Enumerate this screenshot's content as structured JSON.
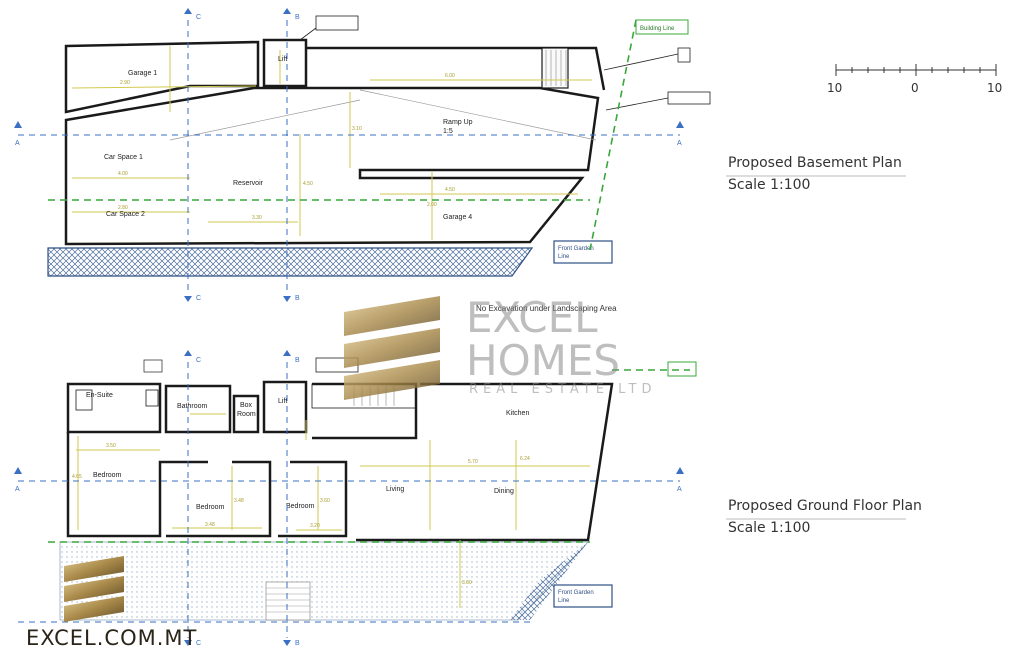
{
  "basement": {
    "title": "Proposed Basement Plan",
    "scale": "Scale 1:100",
    "rooms": {
      "garage1": "Garage 1",
      "lift": "Lift",
      "car_space_1": "Car Space 1",
      "reservoir": "Reservoir",
      "ramp_up": "Ramp Up",
      "ramp_ratio": "1:5",
      "car_space_2": "Car Space 2",
      "garage4": "Garage 4"
    },
    "tags": {
      "building_line": "Building Line",
      "front_garden_1": "Front Garden",
      "front_garden_2": "Line"
    }
  },
  "excavation_note": "No Excavation under Landscaping Area",
  "ground": {
    "title": "Proposed Ground Floor Plan",
    "scale": "Scale 1:100",
    "rooms": {
      "en_suite": "En-Suite",
      "bathroom": "Bathroom",
      "box_1": "Box",
      "box_2": "Room",
      "lift": "Lift",
      "kitchen": "Kitchen",
      "bedroom_main": "Bedroom",
      "bedroom_2": "Bedroom",
      "bedroom_3": "Bedroom",
      "living": "Living",
      "dining": "Dining"
    },
    "tags": {
      "front_garden_1": "Front Garden",
      "front_garden_2": "Line"
    }
  },
  "section_marks": {
    "a": "A",
    "b": "B",
    "c": "C"
  },
  "scale_bar": {
    "left": "10",
    "mid": "0",
    "right": "10"
  },
  "watermark": {
    "line1": "EXCEL",
    "line2": "HOMES",
    "line3": "REAL ESTATE LTD"
  },
  "website": "EXCEL.COM.MT",
  "colors": {
    "wall": "#1a1a1a",
    "grid_blue": "#3a6fc2",
    "green_line": "#38a83a",
    "dim": "#c9c24a",
    "gold": "#a8894a"
  }
}
